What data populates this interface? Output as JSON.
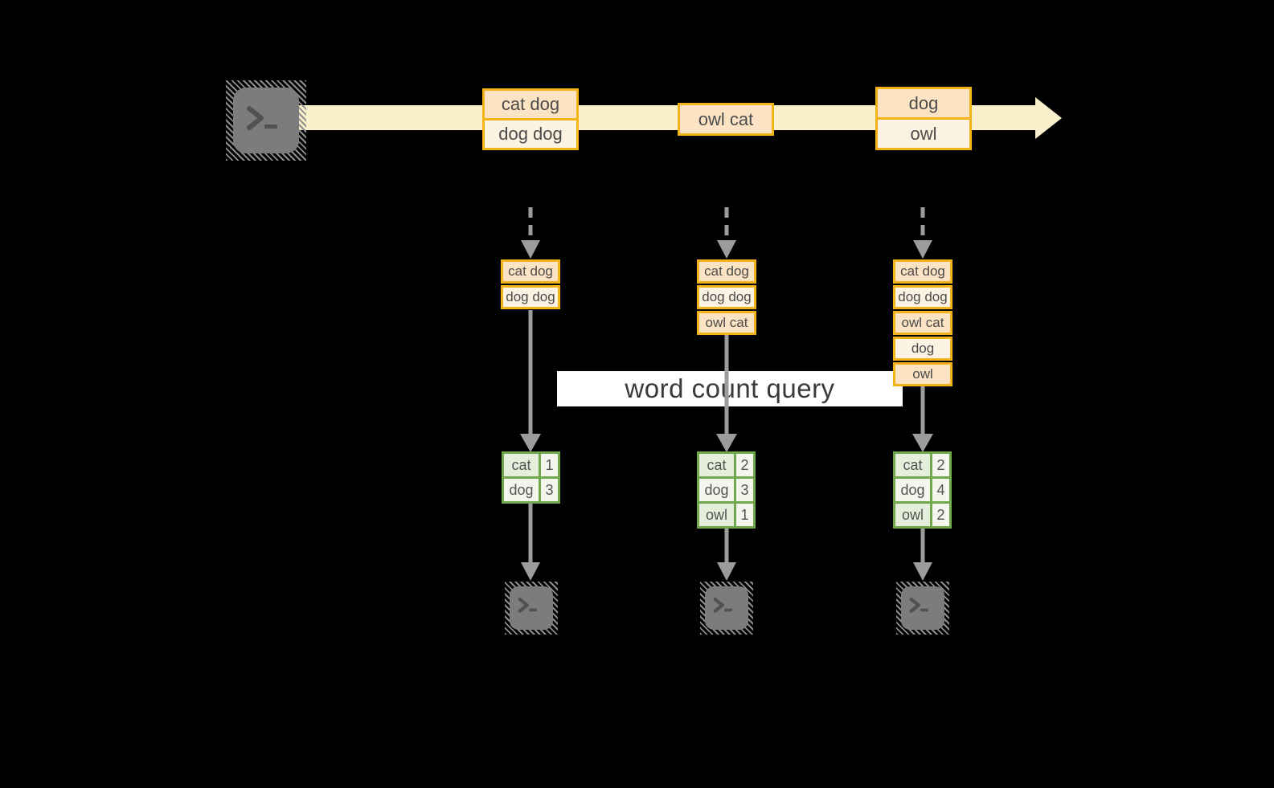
{
  "banner": {
    "label": "word count query"
  },
  "stream": {
    "source_icon": "terminal",
    "events": [
      {
        "lines": [
          "cat dog",
          "dog dog"
        ]
      },
      {
        "lines": [
          "owl cat"
        ]
      },
      {
        "lines": [
          "dog",
          "owl"
        ]
      }
    ]
  },
  "columns": [
    {
      "buffer": [
        "cat dog",
        "dog dog"
      ],
      "counts": [
        {
          "word": "cat",
          "count": 1
        },
        {
          "word": "dog",
          "count": 3
        }
      ],
      "sink_icon": "terminal"
    },
    {
      "buffer": [
        "cat dog",
        "dog dog",
        "owl cat"
      ],
      "counts": [
        {
          "word": "cat",
          "count": 2
        },
        {
          "word": "dog",
          "count": 3
        },
        {
          "word": "owl",
          "count": 1
        }
      ],
      "sink_icon": "terminal"
    },
    {
      "buffer": [
        "cat dog",
        "dog dog",
        "owl cat",
        "dog",
        "owl"
      ],
      "counts": [
        {
          "word": "cat",
          "count": 2
        },
        {
          "word": "dog",
          "count": 4
        },
        {
          "word": "owl",
          "count": 2
        }
      ],
      "sink_icon": "terminal"
    }
  ],
  "colors": {
    "background": "#000000",
    "gold_border": "#F2B318",
    "peach_fill": "#FBE3C3",
    "cream_fill": "#FDF3E3",
    "stream_band": "#FAF0CB",
    "green_border": "#70A84B",
    "green_cell_dark": "#E5EDDB",
    "green_cell_light": "#F2F6EC",
    "arrow_gray": "#9C9C9C",
    "icon_gray": "#7C7C7C",
    "banner_bg": "#FFFFFF"
  }
}
